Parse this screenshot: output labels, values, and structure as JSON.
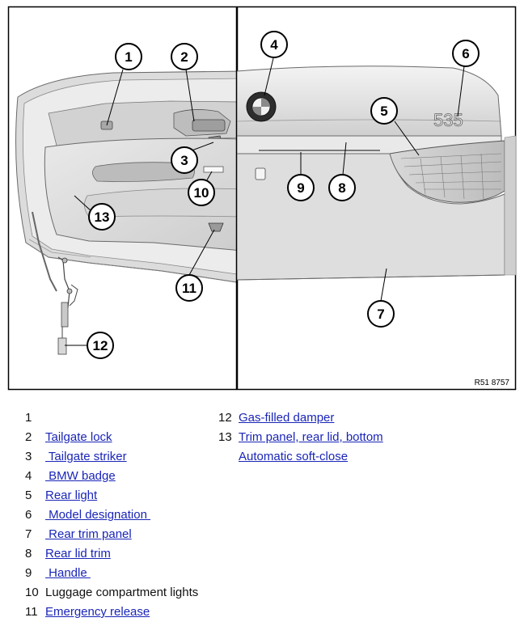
{
  "figure": {
    "reference_code": "R51 8757",
    "model_badge": "535",
    "callouts": [
      "1",
      "2",
      "3",
      "4",
      "5",
      "6",
      "7",
      "8",
      "9",
      "10",
      "11",
      "12",
      "13"
    ]
  },
  "legend": {
    "left": [
      {
        "num": "1",
        "label": "",
        "link": false
      },
      {
        "num": "2",
        "label": "Tailgate lock",
        "link": true
      },
      {
        "num": "3",
        "label": " Tailgate striker",
        "link": true
      },
      {
        "num": "4",
        "label": " BMW badge",
        "link": true
      },
      {
        "num": "5",
        "label": "Rear light",
        "link": true
      },
      {
        "num": "6",
        "label": " Model designation ",
        "link": true
      },
      {
        "num": "7",
        "label": " Rear trim panel",
        "link": true
      },
      {
        "num": "8",
        "label": "Rear lid trim",
        "link": true
      },
      {
        "num": "9",
        "label": " Handle ",
        "link": true
      },
      {
        "num": "10",
        "label": "Luggage compartment lights",
        "link": false
      },
      {
        "num": "11",
        "label": "Emergency release",
        "link": true
      }
    ],
    "right": [
      {
        "num": "12",
        "label": "Gas-filled damper",
        "link": true
      },
      {
        "num": "13",
        "label": "Trim panel, rear lid, bottom",
        "link": true
      },
      {
        "num": "",
        "label": "Automatic soft-close",
        "link": true
      }
    ]
  },
  "colors": {
    "link": "#1a25b8",
    "frame": "#000000",
    "panel_fill": "#e4e4e4",
    "panel_shade": "#c9c9c9"
  }
}
